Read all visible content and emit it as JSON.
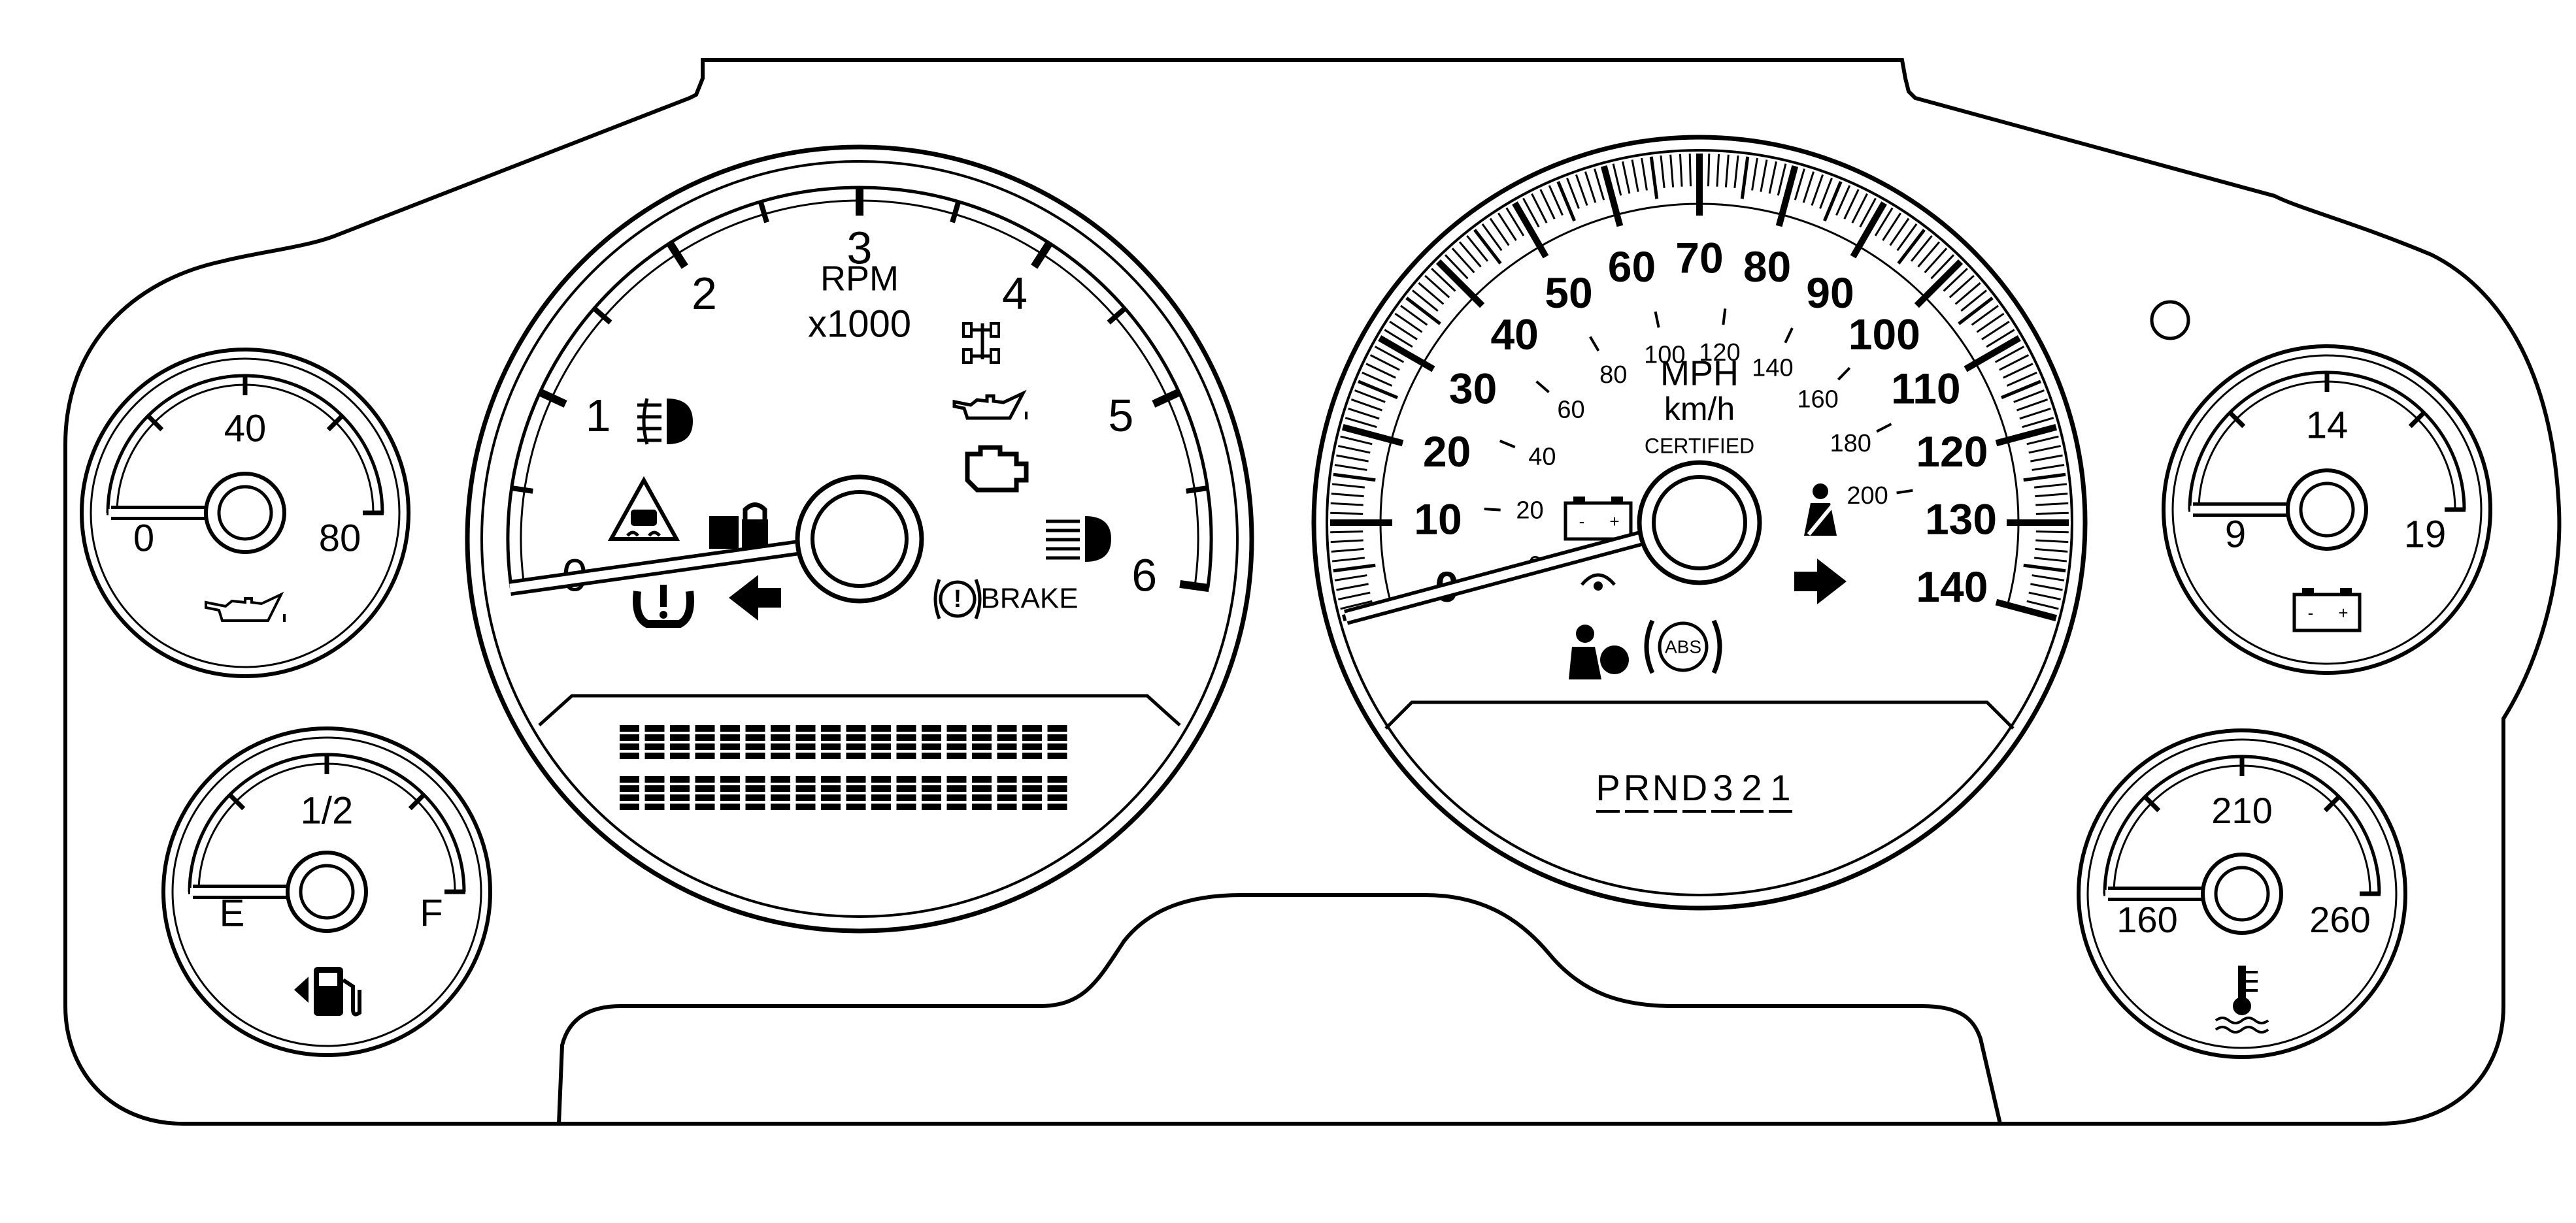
{
  "oil_gauge": {
    "ticks": [
      "0",
      "40",
      "80"
    ],
    "icon": "oil-can-icon",
    "needle_fraction": 0.0
  },
  "fuel_gauge": {
    "ticks": [
      "E",
      "1/2",
      "F"
    ],
    "icon": "fuel-pump-icon",
    "needle_fraction": 0.0
  },
  "tachometer": {
    "unit": "RPM",
    "multiplier": "x1000",
    "ticks": [
      "0",
      "1",
      "2",
      "3",
      "4",
      "5",
      "6"
    ],
    "needle_value": 0,
    "indicators": [
      "fog-lamp-icon",
      "traction-control-icon",
      "tire-pressure-icon",
      "security-lock-icon",
      "left-turn-signal-icon",
      "four-wheel-drive-icon",
      "oil-pressure-icon",
      "check-engine-icon",
      "high-beam-icon",
      "brake-warning-icon"
    ],
    "brake_label": "BRAKE",
    "lcd": {
      "rows": 2,
      "cells_per_row": 18
    }
  },
  "speedometer": {
    "unit_primary": "MPH",
    "unit_secondary": "km/h",
    "certification": "CERTIFIED",
    "mph_ticks": [
      "0",
      "10",
      "20",
      "30",
      "40",
      "50",
      "60",
      "70",
      "80",
      "90",
      "100",
      "110",
      "120",
      "130",
      "140"
    ],
    "kmh_ticks": [
      "0",
      "20",
      "40",
      "60",
      "80",
      "100",
      "120",
      "140",
      "160",
      "180",
      "200"
    ],
    "needle_value": 0,
    "indicators": [
      "battery-icon",
      "seatbelt-icon",
      "cruise-icon",
      "airbag-icon",
      "abs-icon",
      "right-turn-signal-icon"
    ],
    "abs_label": "ABS",
    "gear_positions": [
      "P",
      "R",
      "N",
      "D",
      "3",
      "2",
      "1"
    ]
  },
  "voltage_gauge": {
    "ticks": [
      "9",
      "14",
      "19"
    ],
    "icon": "battery-icon",
    "needle_fraction": 0.0
  },
  "temp_gauge": {
    "ticks": [
      "160",
      "210",
      "260"
    ],
    "icon": "coolant-temp-icon",
    "needle_fraction": 0.0
  },
  "status_lamp": "indicator-lamp-icon"
}
